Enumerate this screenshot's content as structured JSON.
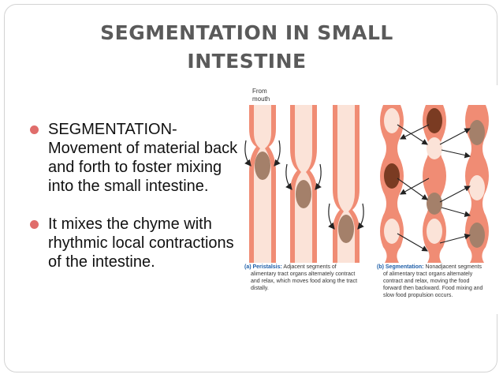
{
  "slide": {
    "title_line1": "SEGMENTATION IN SMALL",
    "title_line2": "INTESTINE",
    "bullets": [
      {
        "lines": [
          "SEGMENTATION-",
          "Movement of material back",
          "and forth to foster mixing",
          "into the small intestine."
        ]
      },
      {
        "lines": [
          "It mixes the chyme with",
          "rhythmic local contractions",
          "of the intestine."
        ]
      }
    ]
  },
  "figure": {
    "from_mouth": [
      "From",
      "mouth"
    ],
    "peristalsis": {
      "label": "(a) Peristalsis:",
      "lines": [
        " Adjacent segments of",
        "alimentary tract organs alternately contract",
        "and relax, which moves food along the tract",
        "distally."
      ]
    },
    "segmentation": {
      "label": "(b) Segmentation:",
      "lines": [
        " Nonadjacent segments",
        "of alimentary tract organs alternately",
        "contract and relax, moving the food",
        "forward then backward. Food mixing and",
        "slow food propulsion occurs."
      ]
    },
    "colors": {
      "wall": "#f08c74",
      "lumen": "#fbe3d8",
      "bolus": "#a4806a",
      "dark_bolus": "#7a3b22",
      "accent": "#e06d6b"
    }
  }
}
